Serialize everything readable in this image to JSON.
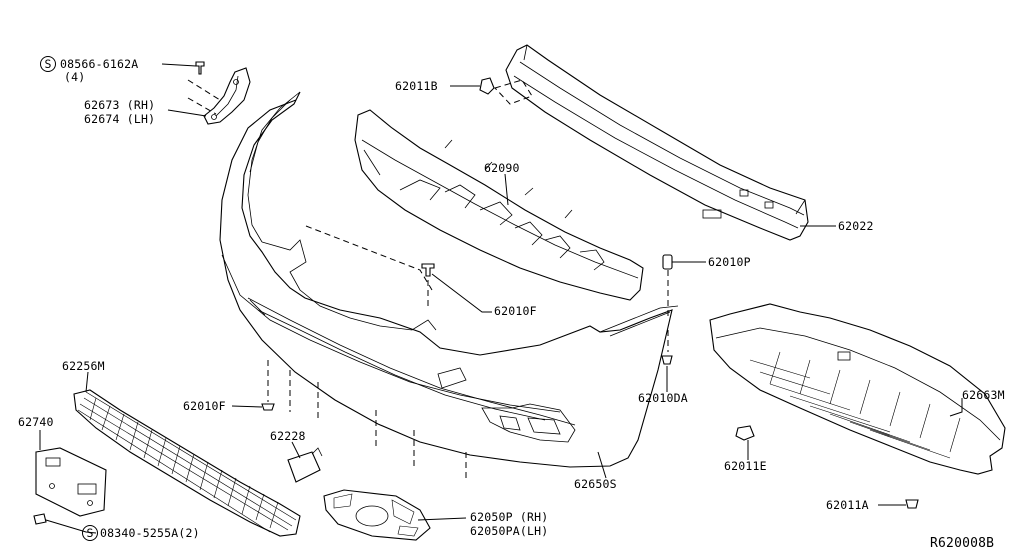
{
  "callouts": {
    "screw_a": "08566-6162A",
    "screw_a_qty": "(4)",
    "bracket_rh": "62673 (RH)",
    "bracket_lh": "62674 (LH)",
    "clip_b": "62011B",
    "absorber": "62090",
    "reinforcement": "62022",
    "clip_p": "62010P",
    "clip_f_upper": "62010F",
    "clip_f_lower": "62010F",
    "clip_da": "62010DA",
    "grille": "62256M",
    "plate_bracket": "62740",
    "screw_b": "08340-5255A(2)",
    "cap": "62228",
    "fog_finisher_rh": "62050P (RH)",
    "fog_finisher_lh": "62050PA(LH)",
    "bumper_fascia": "62650S",
    "undercover": "62663M",
    "clip_e": "62011E",
    "clip_a": "62011A",
    "screw_symbol": "S",
    "diagram_id": "R620008B"
  }
}
